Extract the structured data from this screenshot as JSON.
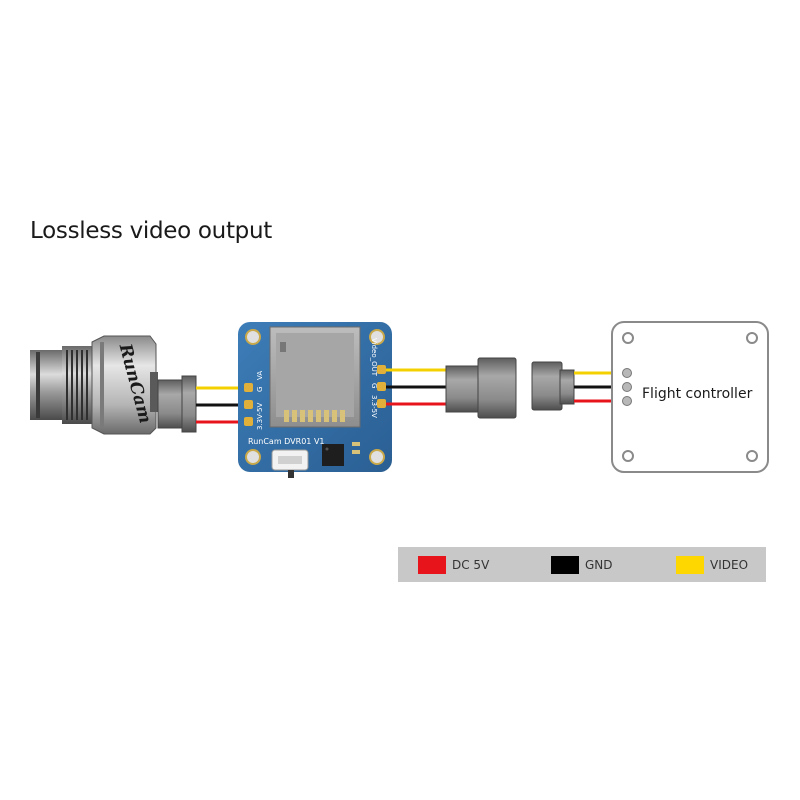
{
  "title": "Lossless video output",
  "camera": {
    "brand": "RunCam"
  },
  "board": {
    "silkscreen_name": "RunCam  DVR01  V1",
    "left_pads": [
      "3.3V-5V",
      "G",
      "VA"
    ],
    "right_pads": [
      "Video_OUT",
      "G",
      "3.3-5V"
    ]
  },
  "flight_controller": {
    "label": "Flight controller"
  },
  "legend": [
    {
      "label": "DC 5V",
      "color": "#e8141c"
    },
    {
      "label": "GND",
      "color": "#000000"
    },
    {
      "label": "VIDEO",
      "color": "#ffd700"
    }
  ],
  "wire_colors": {
    "video": "#f5d000",
    "gnd": "#111111",
    "power": "#e8141c"
  }
}
